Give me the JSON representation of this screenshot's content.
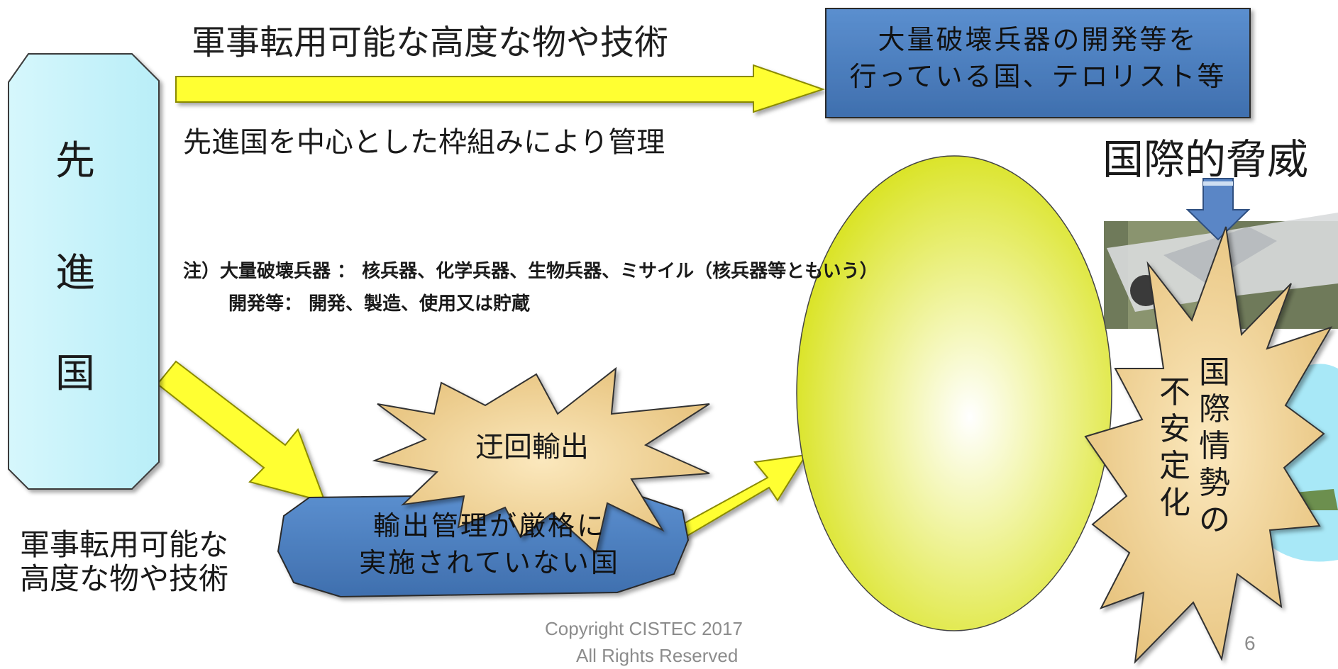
{
  "top_arrow_label": "軍事転用可能な高度な物や技術",
  "managed_note": "先進国を中心とした枠組みにより管理",
  "advanced_country": [
    "先",
    "進",
    "国"
  ],
  "wmd_actors_line1": "大量破壊兵器の開発等を",
  "wmd_actors_line2": "行っている国、テロリスト等",
  "note_line1": "注）大量破壊兵器 ： 核兵器、化学兵器、生物兵器、ミサイル（核兵器等ともいう）",
  "note_line2": "開発等： 開発、製造、使用又は貯蔵",
  "detour_export": "迂回輸出",
  "lax_control_line1": "輸出管理が厳格に",
  "lax_control_line2": "実施されていない国",
  "bottom_left_line1": "軍事転用可能な",
  "bottom_left_line2": "高度な物や技術",
  "international_threat": "国際的脅威",
  "instability_col1": "国際情勢の",
  "instability_col2": "不安定化",
  "copyright_line1": "Copyright CISTEC 2017",
  "copyright_line2": "All Rights Reserved",
  "page_number": "6",
  "colors": {
    "cyan_box": "#c4f3fb",
    "blue_box": "#4f81bd",
    "yellow_arrow": "#ffff33",
    "ellipse": "#dde628",
    "burst": "#f4d79b"
  }
}
